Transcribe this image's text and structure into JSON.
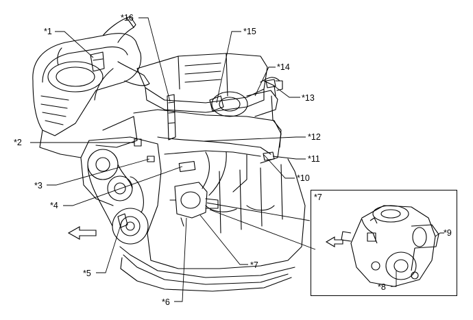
{
  "callouts": {
    "c1": "*1",
    "c2": "*2",
    "c3": "*3",
    "c4": "*4",
    "c5": "*5",
    "c6": "*6",
    "c7": "*7",
    "c8": "*8",
    "c9": "*9",
    "c10": "*10",
    "c11": "*11",
    "c12": "*12",
    "c13": "*13",
    "c14": "*14",
    "c15": "*15",
    "c16": "*16",
    "inset_label": "*7"
  }
}
